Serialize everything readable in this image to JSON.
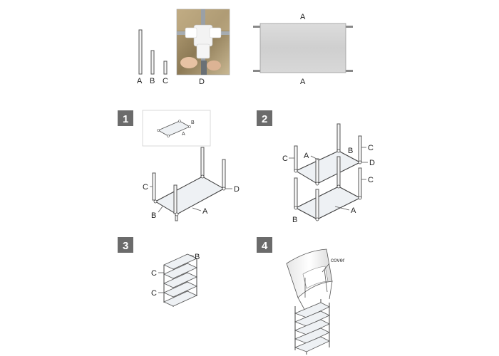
{
  "parts": {
    "pole_a": "A",
    "pole_b": "B",
    "pole_c": "C",
    "connector_d": "D",
    "shelf_top": "A",
    "shelf_bottom": "A"
  },
  "steps": [
    {
      "number": "1",
      "inset_b": "B",
      "inset_a": "A",
      "label_c": "C",
      "label_d": "D",
      "label_b": "B",
      "label_a": "A"
    },
    {
      "number": "2",
      "label_c1": "C",
      "label_a1": "A",
      "label_b1": "B",
      "label_c2": "C",
      "label_d": "D",
      "label_c3": "C",
      "label_a2": "A",
      "label_b2": "B"
    },
    {
      "number": "3",
      "label_b": "B",
      "label_c1": "C",
      "label_c2": "C"
    },
    {
      "number": "4",
      "label_cover": "cover"
    }
  ]
}
